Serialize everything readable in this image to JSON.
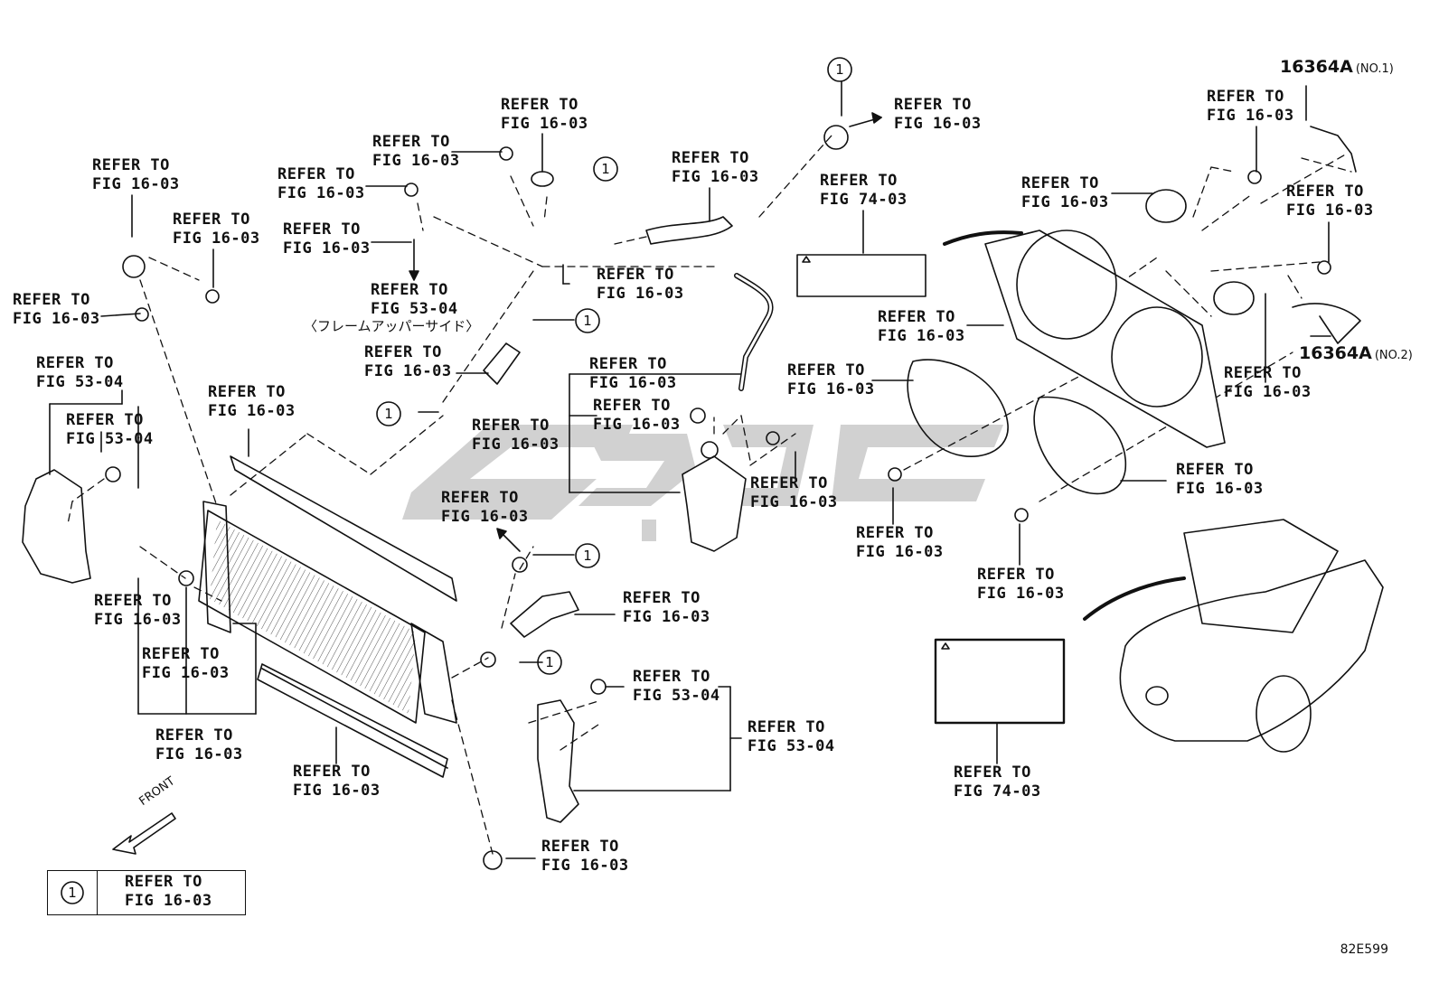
{
  "diagram": {
    "callout_text": {
      "refer": "REFER TO",
      "fig_16_03": "FIG 16-03",
      "fig_53_04": "FIG 53-04",
      "fig_74_03": "FIG 74-03"
    },
    "part_numbers": {
      "no1": "16364A",
      "no1_suffix": "(NO.1)",
      "no2": "16364A",
      "no2_suffix": "(NO.2)"
    },
    "japanese_note": "〈フレームアッパーサイド〉",
    "front_label": "FRONT",
    "circle_marker": "1",
    "legend": {
      "symbol": "1",
      "line1": "REFER TO",
      "line2": "FIG 16-03"
    },
    "diagram_code": "82E599",
    "watermark_text": "SE-POC",
    "colors": {
      "line": "#111111",
      "watermark": "#c8c8c8",
      "background": "#ffffff"
    }
  }
}
